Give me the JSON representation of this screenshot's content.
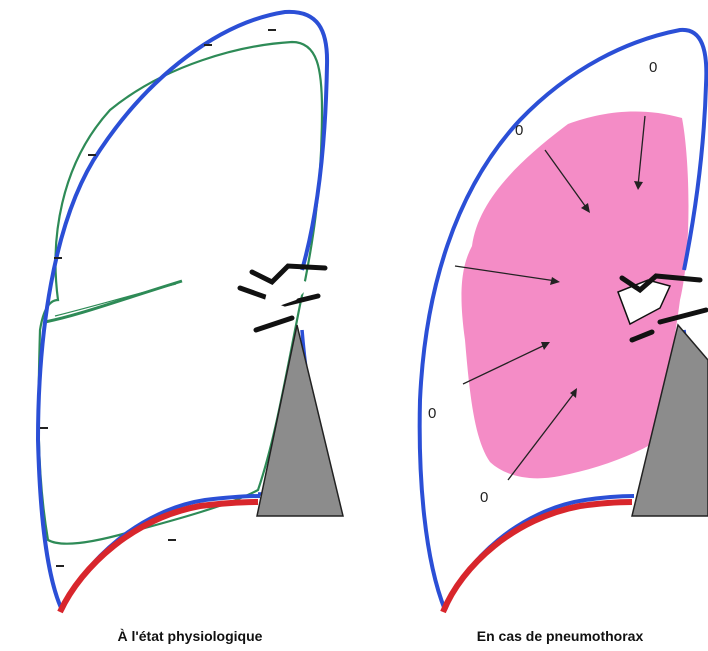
{
  "panels": {
    "left": {
      "caption": "À l'état physiologique"
    },
    "right": {
      "caption": "En cas de pneumothorax",
      "pressure_labels": [
        "0",
        "0",
        "0",
        "0"
      ]
    }
  },
  "colors": {
    "chest_wall": "#2b4fd6",
    "diaphragm": "#d8262c",
    "lung_outline": "#2e8b57",
    "collapsed_lung": "#f48cc6",
    "mediastinum": "#8c8c8c",
    "bronchi": "#111111"
  }
}
